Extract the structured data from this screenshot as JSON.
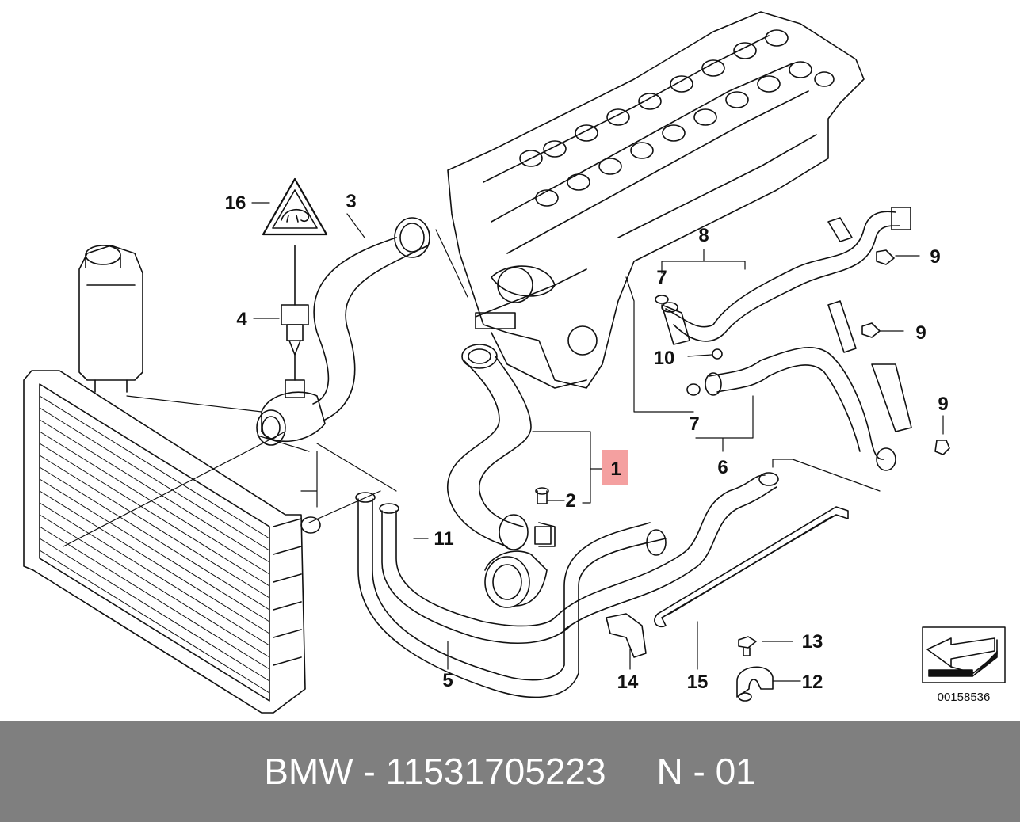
{
  "diagram": {
    "callouts": {
      "c1": "1",
      "c2": "2",
      "c3": "3",
      "c4": "4",
      "c5": "5",
      "c6": "6",
      "c7a": "7",
      "c7b": "7",
      "c8": "8",
      "c9a": "9",
      "c9b": "9",
      "c9c": "9",
      "c10": "10",
      "c11": "11",
      "c12": "12",
      "c13": "13",
      "c14": "14",
      "c15": "15",
      "c16": "16"
    },
    "highlight_color": "#f4a0a0",
    "image_code": "00158536"
  },
  "footer": {
    "brand": "BMW",
    "sep1": " - ",
    "part_number": "11531705223",
    "gap": "     ",
    "position": "N - 01"
  },
  "colors": {
    "footer_bg": "#7f7f7f",
    "footer_text": "#ffffff",
    "line": "#111111"
  }
}
